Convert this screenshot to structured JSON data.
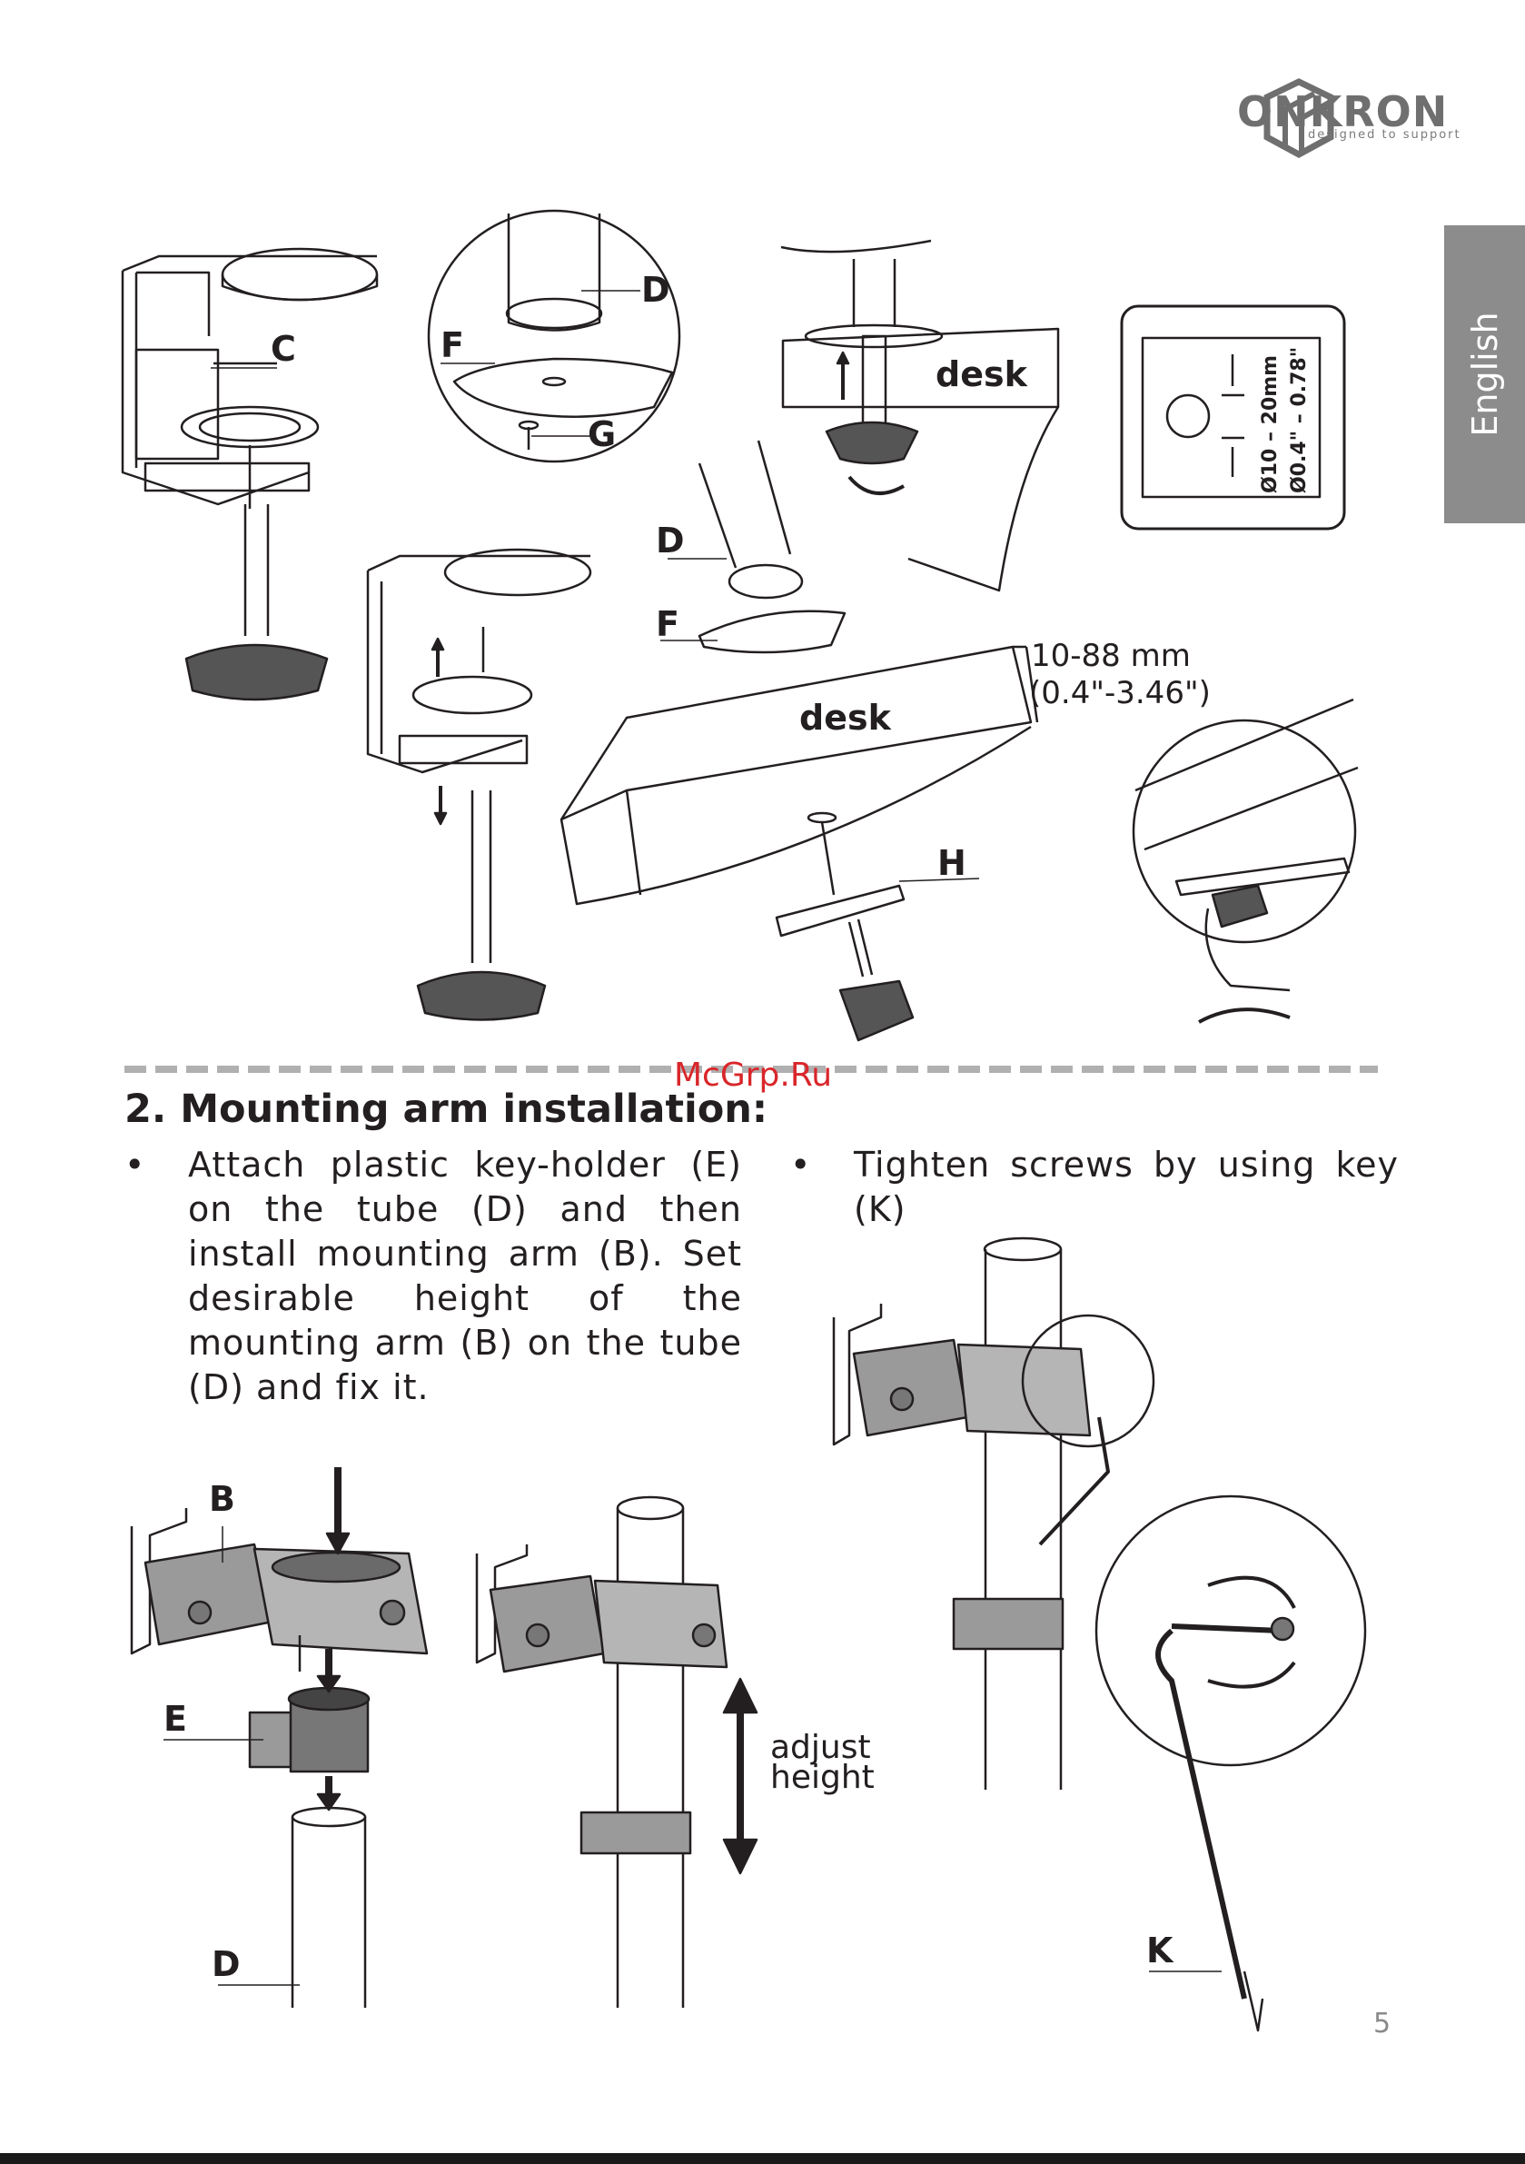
{
  "header": {
    "brand": "ONKRON",
    "tagline": "designed to support"
  },
  "lang_tab": "English",
  "figure_top": {
    "labels": {
      "c": "C",
      "d_circle": "D",
      "f_circle": "F",
      "g": "G",
      "desk_top": "desk",
      "d_mid": "D",
      "f_mid": "F",
      "desk_main": "desk",
      "thickness_mm": "10-88 mm",
      "thickness_in": "(0.4\"-3.46\")",
      "h": "H"
    },
    "hole_box": {
      "mm": "Ø10 – 20mm",
      "inch": "Ø0.4\" – 0.78\""
    }
  },
  "watermark": "McGrp.Ru",
  "section": {
    "title": "2. Mounting arm installation:",
    "bullet_symbol": "•",
    "bullets": [
      "Attach plastic key-holder (E) on the tube (D) and then install mounting arm (B). Set desirable height of the mounting arm (B) on the tube (D) and fix it.",
      "Tighten screws by using key (K)"
    ]
  },
  "figure_bottom": {
    "labels": {
      "b": "B",
      "e": "E",
      "d": "D",
      "adjust": "adjust",
      "height": "height",
      "k": "K"
    }
  },
  "footer": {
    "page_number": "5"
  },
  "colors": {
    "ink": "#231f20",
    "tab_gray": "#8c8c8c",
    "logo_gray": "#6f6f6f",
    "watermark_red": "#d9262a"
  }
}
